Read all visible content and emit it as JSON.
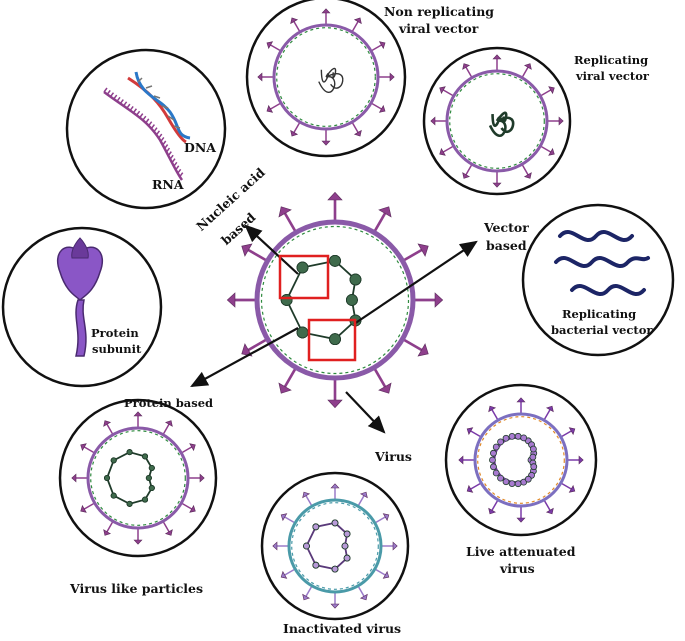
{
  "colors": {
    "envelope": "#8a5aa8",
    "spike": "#8e3f8c",
    "spike_light": "#b46fb0",
    "membrane_green": "#2f8a3f",
    "genome_dark": "#1f3b2a",
    "node_green": "#3f6b4c",
    "dna_red": "#d23b3b",
    "dna_blue": "#2a78c8",
    "rna_purple": "#8e3f8c",
    "protein": "#8a56c6",
    "bacterial_vector": "#1c2566",
    "highlight_box": "#e02020",
    "arrow": "#111111"
  },
  "labels": {
    "non_replicating_viral_vector": [
      "Non replicating",
      "viral vector"
    ],
    "replicating_viral_vector": [
      "Replicating",
      "viral vector"
    ],
    "dna": "DNA",
    "rna": "RNA",
    "nucleic_acid_based": [
      "Nucleic acid",
      "based"
    ],
    "vector_based": [
      "Vector",
      "based"
    ],
    "protein_subunit": [
      "Protein",
      "subunit"
    ],
    "replicating_bacterial_vector": [
      "Replicating",
      "bacterial vector"
    ],
    "protein_based": "Protein based",
    "virus": "Virus",
    "virus_like_particles": "Virus like particles",
    "live_attenuated_virus": [
      "Live attenuated",
      "virus"
    ],
    "inactivated_virus": "Inactivated virus"
  }
}
